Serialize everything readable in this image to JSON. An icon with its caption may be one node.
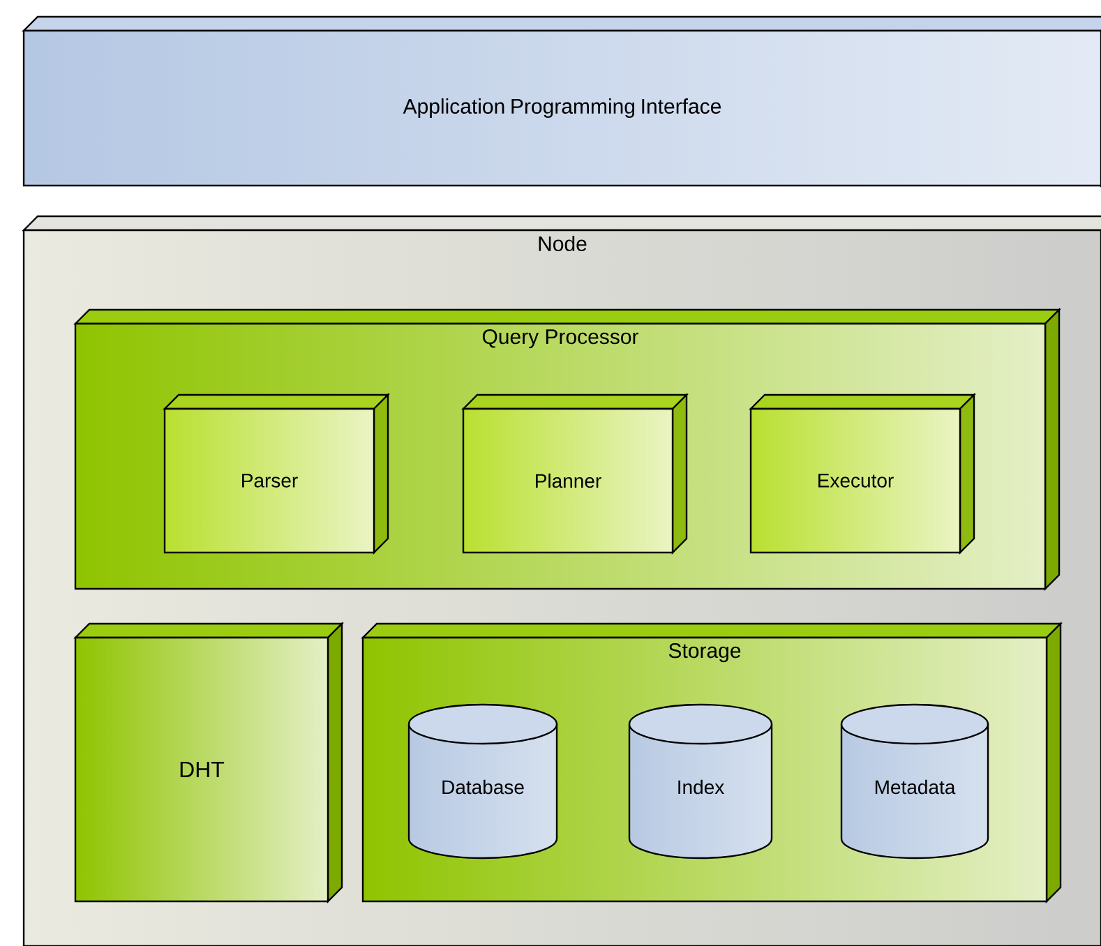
{
  "diagram": {
    "nodes": [
      {
        "text": [
          "Application Programming Interface"
        ]
      },
      {
        "text": [
          "Node"
        ]
      },
      {
        "text": [
          "Query Processor"
        ],
        "in": 1
      },
      {
        "text": [
          "Parser"
        ],
        "in": 2
      },
      {
        "text": [
          "Planner"
        ],
        "in": 2
      },
      {
        "text": [
          "Executor"
        ],
        "in": 2
      },
      {
        "text": [
          "DHT"
        ],
        "in": 1
      },
      {
        "text": [
          "Storage"
        ],
        "in": 1
      },
      {
        "text": [
          "Database"
        ],
        "in": 7
      },
      {
        "text": [
          "Index"
        ],
        "in": 7
      },
      {
        "text": [
          "Metadata"
        ],
        "in": 7
      }
    ]
  }
}
